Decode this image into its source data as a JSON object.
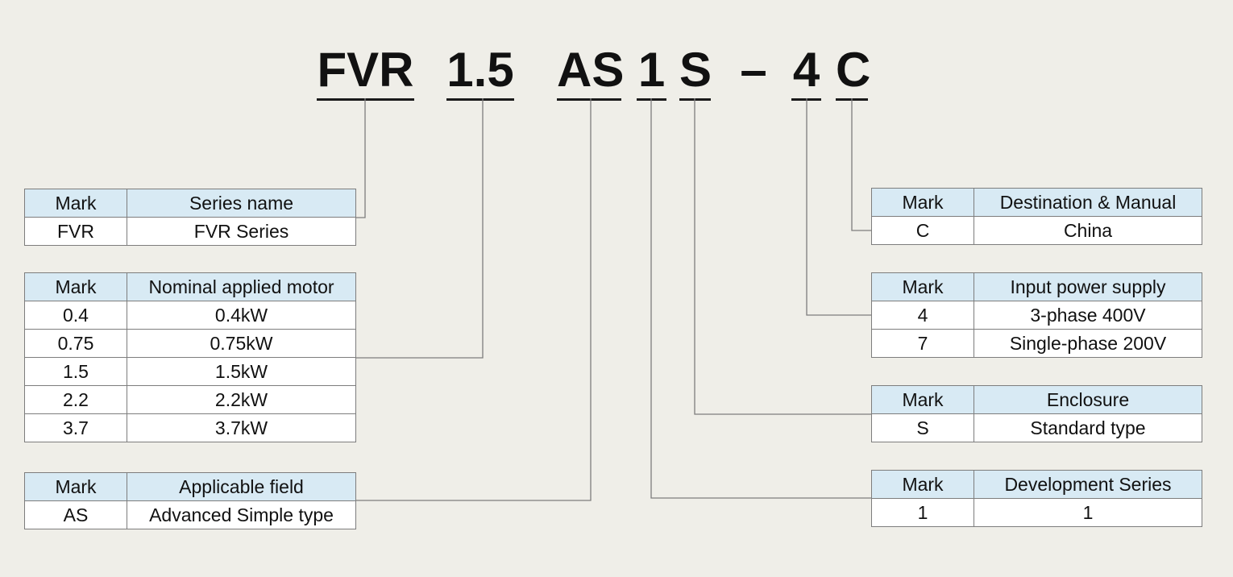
{
  "code": {
    "series": "FVR",
    "motor": "1.5",
    "field": "AS",
    "development": "1",
    "enclosure": "S",
    "dash": "–",
    "power": "4",
    "destination": "C"
  },
  "tables": {
    "series": {
      "headers": [
        "Mark",
        "Series name"
      ],
      "rows": [
        [
          "FVR",
          "FVR Series"
        ]
      ]
    },
    "motor": {
      "headers": [
        "Mark",
        "Nominal applied motor"
      ],
      "rows": [
        [
          "0.4",
          "0.4kW"
        ],
        [
          "0.75",
          "0.75kW"
        ],
        [
          "1.5",
          "1.5kW"
        ],
        [
          "2.2",
          "2.2kW"
        ],
        [
          "3.7",
          "3.7kW"
        ]
      ]
    },
    "field": {
      "headers": [
        "Mark",
        "Applicable field"
      ],
      "rows": [
        [
          "AS",
          "Advanced Simple type"
        ]
      ]
    },
    "destination": {
      "headers": [
        "Mark",
        "Destination & Manual"
      ],
      "rows": [
        [
          "C",
          "China"
        ]
      ]
    },
    "power": {
      "headers": [
        "Mark",
        "Input power supply"
      ],
      "rows": [
        [
          "4",
          "3-phase 400V"
        ],
        [
          "7",
          "Single-phase 200V"
        ]
      ]
    },
    "enclosure": {
      "headers": [
        "Mark",
        "Enclosure"
      ],
      "rows": [
        [
          "S",
          "Standard type"
        ]
      ]
    },
    "development": {
      "headers": [
        "Mark",
        "Development Series"
      ],
      "rows": [
        [
          "1",
          "1"
        ]
      ]
    }
  },
  "colors": {
    "background": "#efeee8",
    "header_fill": "#d8eaf4",
    "line": "#7d7d7d"
  }
}
